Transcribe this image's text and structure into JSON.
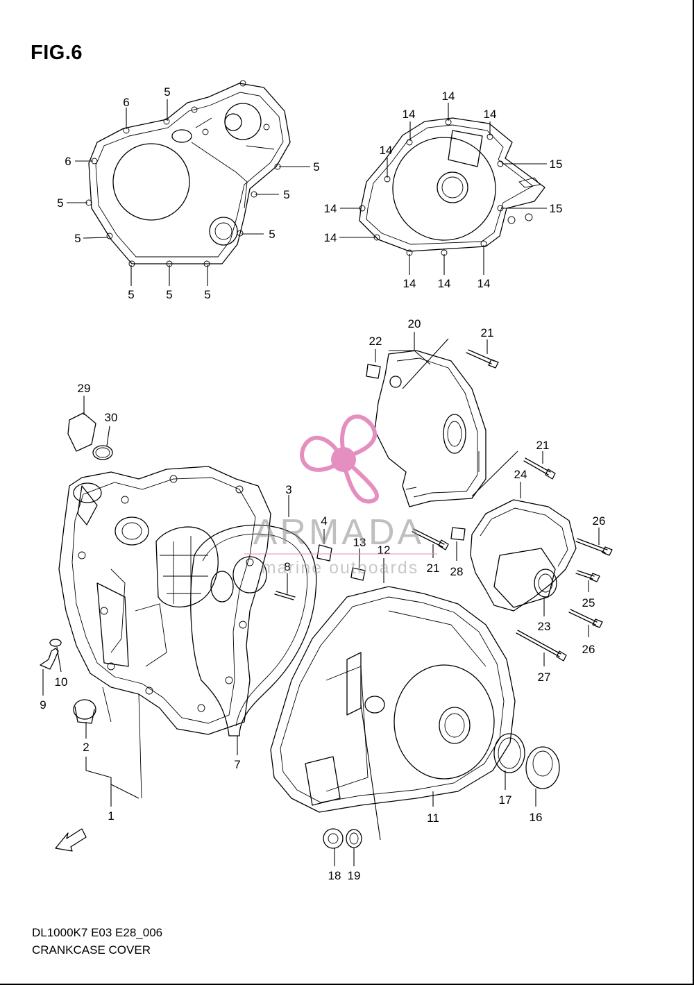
{
  "figure_title": "FIG.6",
  "drawing_code": "DL1000K7 E03 E28_006",
  "drawing_name": "CRANKCASE COVER",
  "watermark": {
    "brand": "ARMADA",
    "tagline": "marine outboards",
    "logo_color": "#e58fc0",
    "text_color": "#8a8a8a"
  },
  "fwd_label": "FWD",
  "callouts": {
    "gasket_left": [
      "6",
      "5",
      "6",
      "5",
      "5",
      "5",
      "5",
      "5",
      "5",
      "5",
      "5",
      "5"
    ],
    "gasket_right": [
      "14",
      "14",
      "14",
      "14",
      "14",
      "15",
      "14",
      "15",
      "14",
      "14",
      "14",
      "14"
    ],
    "parts": [
      "20",
      "22",
      "21",
      "29",
      "30",
      "21",
      "24",
      "3",
      "4",
      "26",
      "8",
      "13",
      "12",
      "21",
      "28",
      "25",
      "23",
      "26",
      "27",
      "10",
      "9",
      "2",
      "7",
      "1",
      "17",
      "16",
      "11",
      "18",
      "19"
    ]
  }
}
